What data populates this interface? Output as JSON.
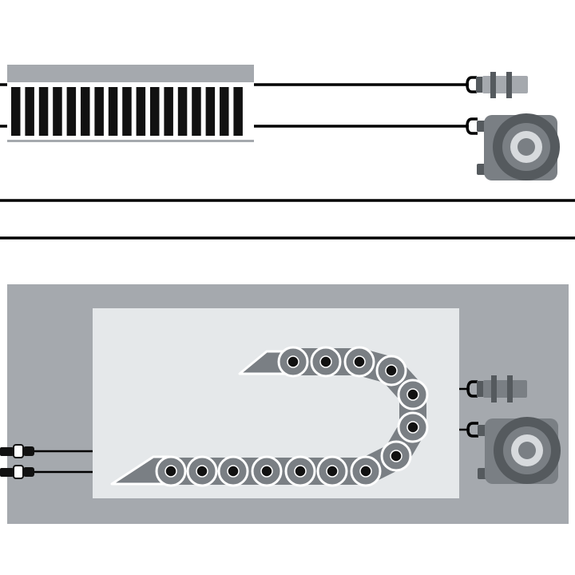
{
  "illustration": {
    "upper_panel": {
      "component": "flat-cable-with-segments",
      "segment_count": 17,
      "connectors": [
        "proximity-sensor",
        "rotary-encoder"
      ]
    },
    "separator_lines": 2,
    "lower_panel": {
      "component": "cable-drag-chain",
      "upper_link_count": 4,
      "lower_link_count": 7,
      "connectors": [
        "proximity-sensor",
        "rotary-encoder"
      ],
      "side_plugs": 2
    },
    "colors": {
      "panel": "#a5a9ae",
      "inner": "#e5e8ea",
      "chain": "#7a7f84",
      "cable": "#000000",
      "segment": "#ffffff"
    }
  }
}
